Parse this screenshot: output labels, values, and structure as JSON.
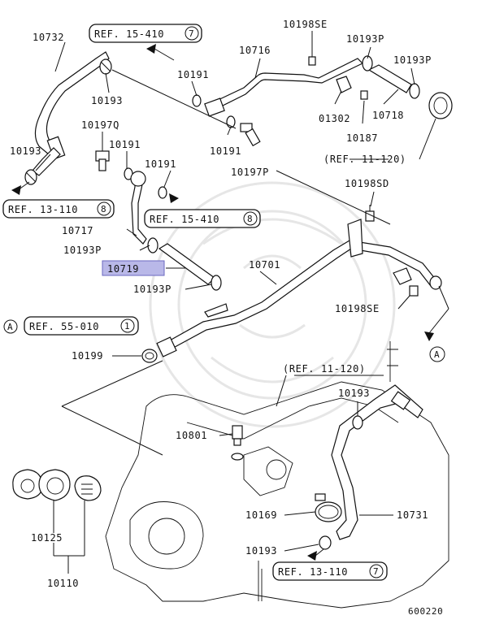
{
  "labels": {
    "p10732": "10732",
    "p10193_a": "10193",
    "p10193_b": "10193",
    "p10193_c": "10193",
    "p10193_d": "10193",
    "p10197q": "10197Q",
    "p10191_a": "10191",
    "p10191_b": "10191",
    "p10191_c": "10191",
    "p10191_d": "10191",
    "p10716": "10716",
    "p10198se_top": "10198SE",
    "p10193p_a": "10193P",
    "p10193p_b": "10193P",
    "p10193p_c": "10193P",
    "p10193p_d": "10193P",
    "p01302": "01302",
    "p10718": "10718",
    "p10187": "10187",
    "p10197p": "10197P",
    "p10198sd": "10198SD",
    "p10717": "10717",
    "p10719": "10719",
    "p10701": "10701",
    "p10198se_mid": "10198SE",
    "p10199": "10199",
    "p10801": "10801",
    "p10169": "10169",
    "p10731": "10731",
    "p10125": "10125",
    "p10110": "10110"
  },
  "refs": {
    "ref_15_410_top": {
      "text": "REF. 15-410",
      "num": "7"
    },
    "ref_13_110_left": {
      "text": "REF. 13-110",
      "num": "8"
    },
    "ref_15_410_mid": {
      "text": "REF. 15-410",
      "num": "8"
    },
    "ref_55_010": {
      "text": "REF. 55-010",
      "num": "1"
    },
    "ref_13_110_bottom": {
      "text": "REF. 13-110",
      "num": "7"
    },
    "ref_11_120_top": "(REF. 11-120)",
    "ref_11_120_mid": "(REF. 11-120)"
  },
  "connector_letters": {
    "left": "A",
    "right": "A"
  },
  "drawing_number": "600220",
  "colors": {
    "line": "#111111",
    "highlight": "#b9b8e8",
    "watermark": "#e6e6e6"
  }
}
